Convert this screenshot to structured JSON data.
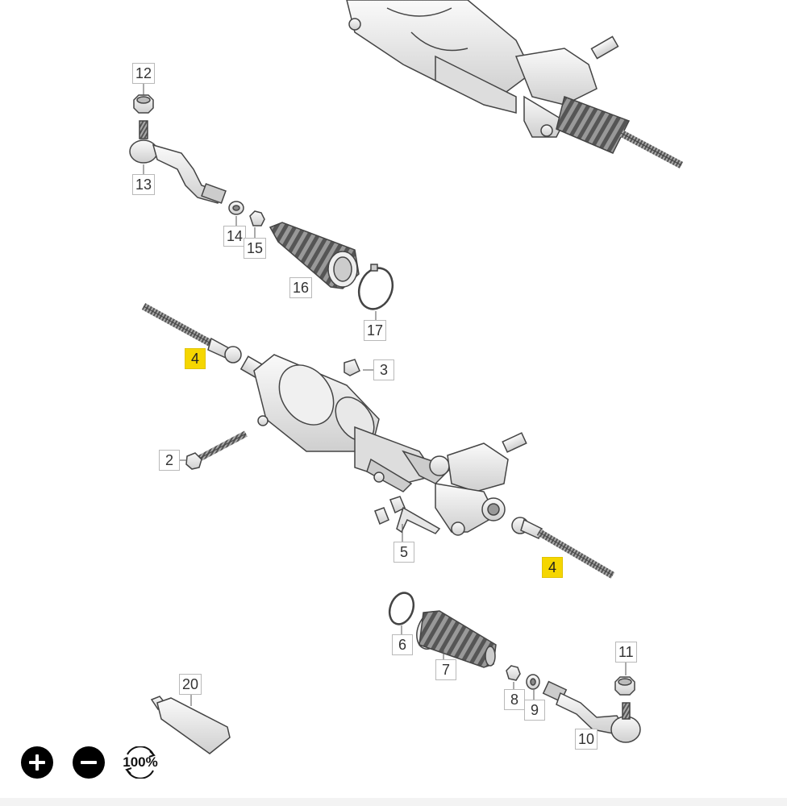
{
  "callouts": [
    {
      "id": "c12",
      "label": "12",
      "highlight": false
    },
    {
      "id": "c13",
      "label": "13",
      "highlight": false
    },
    {
      "id": "c14",
      "label": "14",
      "highlight": false
    },
    {
      "id": "c15",
      "label": "15",
      "highlight": false
    },
    {
      "id": "c16",
      "label": "16",
      "highlight": false
    },
    {
      "id": "c17",
      "label": "17",
      "highlight": false
    },
    {
      "id": "c4a",
      "label": "4",
      "highlight": true
    },
    {
      "id": "c3",
      "label": "3",
      "highlight": false
    },
    {
      "id": "c2",
      "label": "2",
      "highlight": false
    },
    {
      "id": "c5",
      "label": "5",
      "highlight": false
    },
    {
      "id": "c4b",
      "label": "4",
      "highlight": true
    },
    {
      "id": "c6",
      "label": "6",
      "highlight": false
    },
    {
      "id": "c7",
      "label": "7",
      "highlight": false
    },
    {
      "id": "c11",
      "label": "11",
      "highlight": false
    },
    {
      "id": "c8",
      "label": "8",
      "highlight": false
    },
    {
      "id": "c9",
      "label": "9",
      "highlight": false
    },
    {
      "id": "c20",
      "label": "20",
      "highlight": false
    },
    {
      "id": "c10",
      "label": "10",
      "highlight": false
    }
  ],
  "controls": {
    "zoom_in_icon": "plus-icon",
    "zoom_out_icon": "minus-icon",
    "zoom_level": "100%"
  },
  "colors": {
    "highlight": "#f5d600",
    "line": "#555555",
    "part_fill": "#eeeeee"
  }
}
